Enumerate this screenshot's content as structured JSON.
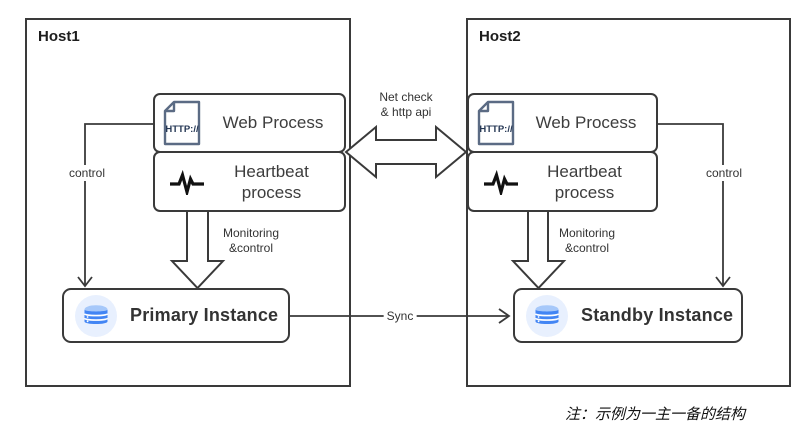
{
  "host1": {
    "title": "Host1",
    "web_process": "Web Process",
    "heartbeat_line1": "Heartbeat",
    "heartbeat_line2": "process",
    "control": "control",
    "monitoring_line1": "Monitoring",
    "monitoring_line2": "&control",
    "instance": "Primary Instance"
  },
  "host2": {
    "title": "Host2",
    "web_process": "Web Process",
    "heartbeat_line1": "Heartbeat",
    "heartbeat_line2": "process",
    "control": "control",
    "monitoring_line1": "Monitoring",
    "monitoring_line2": "&control",
    "instance": "Standby Instance"
  },
  "connections": {
    "net_check_line1": "Net check",
    "net_check_line2": "& http api",
    "sync": "Sync"
  },
  "note": "注：示例为一主一备的结构",
  "icons": {
    "web": "http-document-icon",
    "http_text": "HTTP://",
    "heartbeat": "heartbeat-waveform-icon",
    "instance": "database-icon"
  },
  "colors": {
    "line": "#3a3a3a",
    "db_blue": "#4285f4",
    "db_light_blue": "#a6c8fa",
    "db_circle_bg": "#e8f0fe",
    "http_icon_stroke": "#5b6b84",
    "http_icon_text": "#253754"
  }
}
